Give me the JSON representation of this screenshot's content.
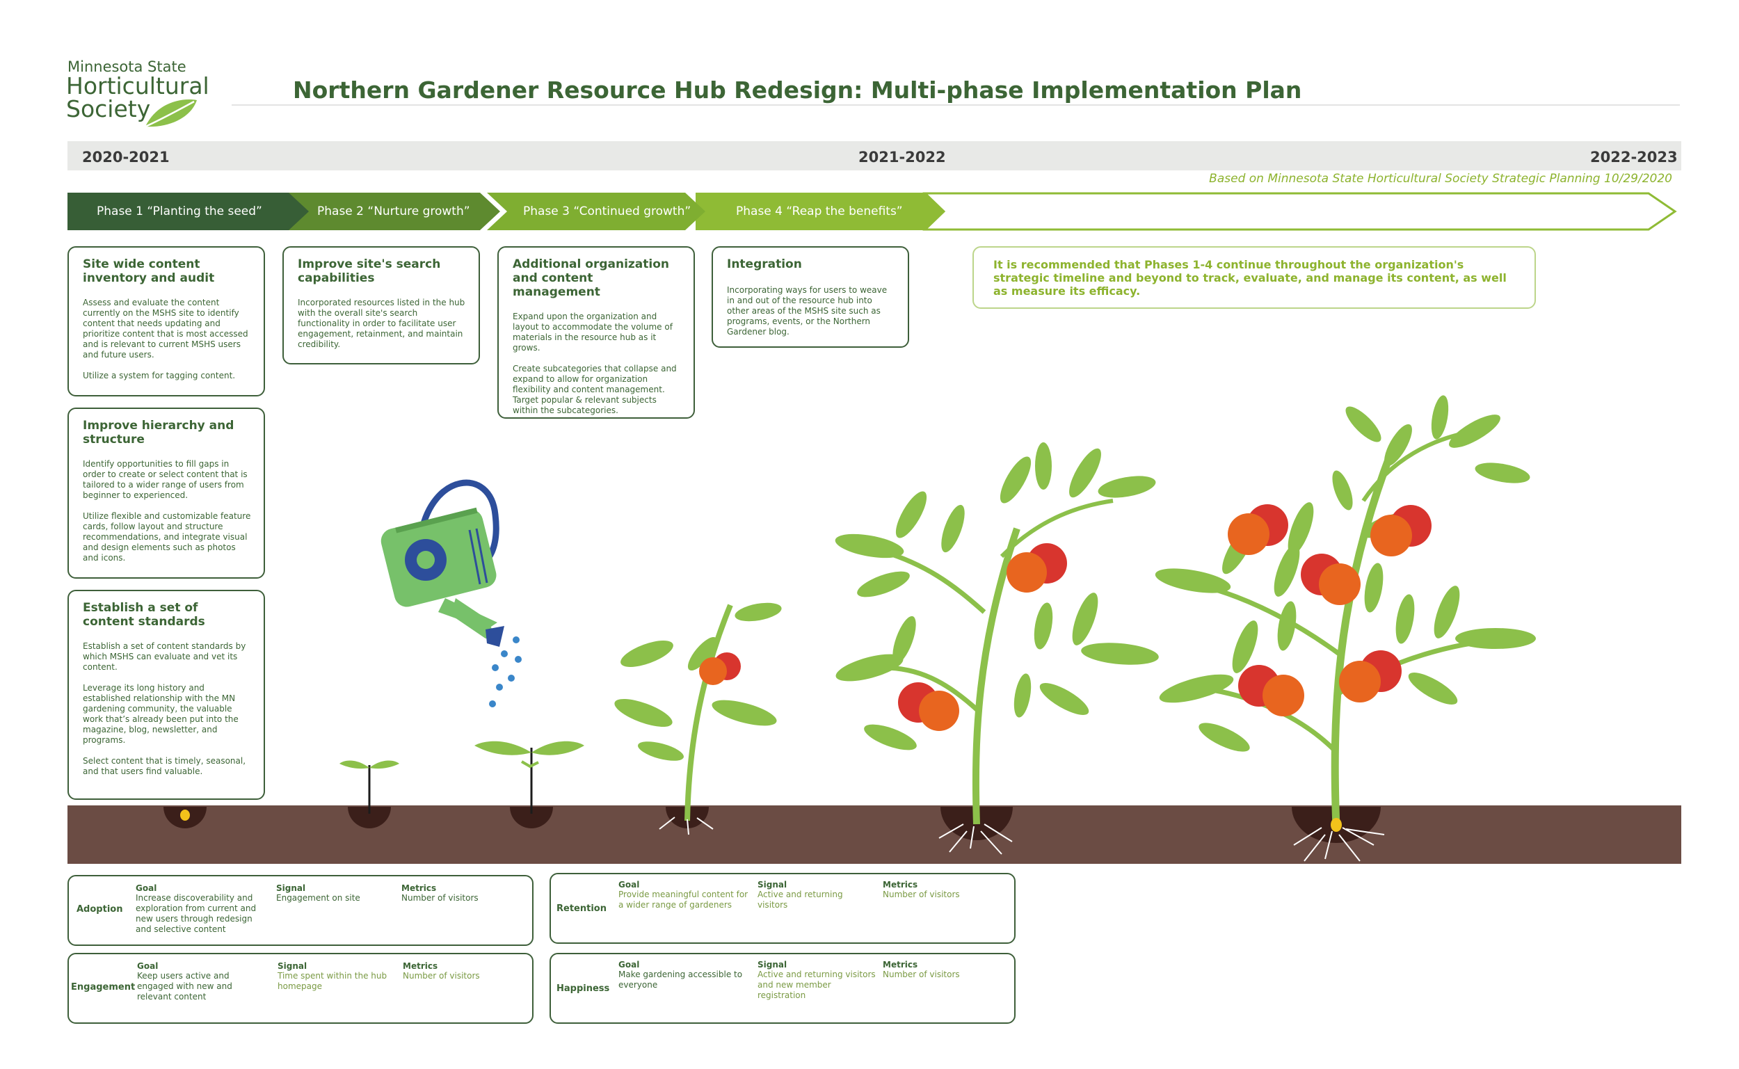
{
  "logo": {
    "line1": "Minnesota State",
    "line2": "Horticultural",
    "line3": "Society"
  },
  "title": "Northern Gardener Resource Hub Redesign: Multi-phase Implementation Plan",
  "timeline": {
    "year1": "2020-2021",
    "year2": "2021-2022",
    "year3": "2022-2023"
  },
  "note": "Based on Minnesota State Horticultural Society Strategic Planning 10/29/2020",
  "phases": [
    {
      "label": "Phase 1 “Planting the seed”",
      "color": "#375e36"
    },
    {
      "label": "Phase 2 “Nurture growth”",
      "color": "#5e8a2f"
    },
    {
      "label": "Phase 3 “Continued growth”",
      "color": "#7fae31"
    },
    {
      "label": "Phase 4 “Reap the benefits”",
      "color": "#8fbb35"
    }
  ],
  "cards": {
    "c1": {
      "title": "Site wide content inventory and audit",
      "p1": "Assess and evaluate the content currently on the MSHS site to identify content that needs updating and prioritize content that is most accessed and is relevant to current MSHS users and future users.",
      "p2": "Utilize a system for tagging content."
    },
    "c2": {
      "title": "Improve hierarchy and structure",
      "p1": "Identify opportunities to fill gaps in order to create or select content that is tailored to a wider range of users from beginner to experienced.",
      "p2": "Utilize flexible and customizable feature cards, follow layout and structure recommendations, and integrate visual and design elements such as photos and icons."
    },
    "c3": {
      "title": "Establish a set of content standards",
      "p1": "Establish a set of content standards by which MSHS can evaluate and vet its content.",
      "p2": "Leverage its long history and established relationship with the MN gardening community, the valuable work that’s already been put into the magazine, blog, newsletter, and programs.",
      "p3": "Select content that is timely, seasonal, and that users find valuable."
    },
    "c4": {
      "title": "Improve site's search capabilities",
      "p1": "Incorporated resources listed in the hub with the overall site's search functionality in order to facilitate user engagement, retainment, and maintain credibility."
    },
    "c5": {
      "title": "Additional organization and content management",
      "p1": "Expand upon the organization and layout to accommodate the volume of materials in the resource hub as it grows.",
      "p2": "Create subcategories that collapse and expand to allow for organization flexibility and content management. Target popular & relevant subjects within the subcategories."
    },
    "c6": {
      "title": "Integration",
      "p1": "Incorporating ways for users to weave in and out of the resource hub into other areas of the MSHS site such as programs, events, or the Northern Gardener blog."
    }
  },
  "recommendation": "It is recommended that Phases 1-4 continue throughout the organization's strategic timeline and beyond to track, evaluate, and manage its content, as well as measure its efficacy.",
  "metrics": {
    "headers": {
      "goal": "Goal",
      "signal": "Signal",
      "metrics": "Metrics"
    },
    "adoption": {
      "name": "Adoption",
      "goal": "Increase discoverability and exploration from current and new users through redesign and selective content",
      "signal": "Engagement on site",
      "metric": "Number of visitors"
    },
    "engagement": {
      "name": "Engagement",
      "goal": "Keep users active and engaged with new and relevant content",
      "signal": "Time spent within the hub homepage",
      "metric": "Number of visitors"
    },
    "retention": {
      "name": "Retention",
      "goal": "Provide meaningful content for a wider range of gardeners",
      "signal": "Active and returning visitors",
      "metric": "Number of visitors"
    },
    "happiness": {
      "name": "Happiness",
      "goal": "Make gardening accessible to everyone",
      "signal": "Active and returning visitors and new member registration",
      "metric": "Number of visitors"
    }
  },
  "icons": [
    "leaf-logo-icon",
    "watering-can-icon",
    "seed-icon",
    "sprout-icon",
    "tomato-plant-icon"
  ],
  "colors": {
    "dark_green": "#375e36",
    "leaf_green": "#8cc04a",
    "soil": "#6b4c44",
    "tomato_red": "#d8352e",
    "tomato_orange": "#e8651f",
    "accent_light_green": "#8db32e"
  }
}
